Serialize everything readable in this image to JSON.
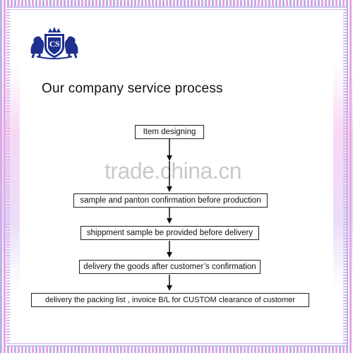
{
  "title": "Our company service process",
  "logo": {
    "text": "CS"
  },
  "watermark": "trade.china.cn",
  "flow": {
    "steps": [
      "Item designing",
      "sample and panton confirmation before production",
      "shippment sample be provided before delivery",
      "delivery the goods after customer’s confirmation",
      "delivery the packing list , invoice B/L for CUSTOM clearance of customer"
    ]
  },
  "colors": {
    "logo_blue": "#1d2f8f",
    "frame_lavender": "#b9b2e8",
    "frame_pink": "#e6a3e0"
  }
}
